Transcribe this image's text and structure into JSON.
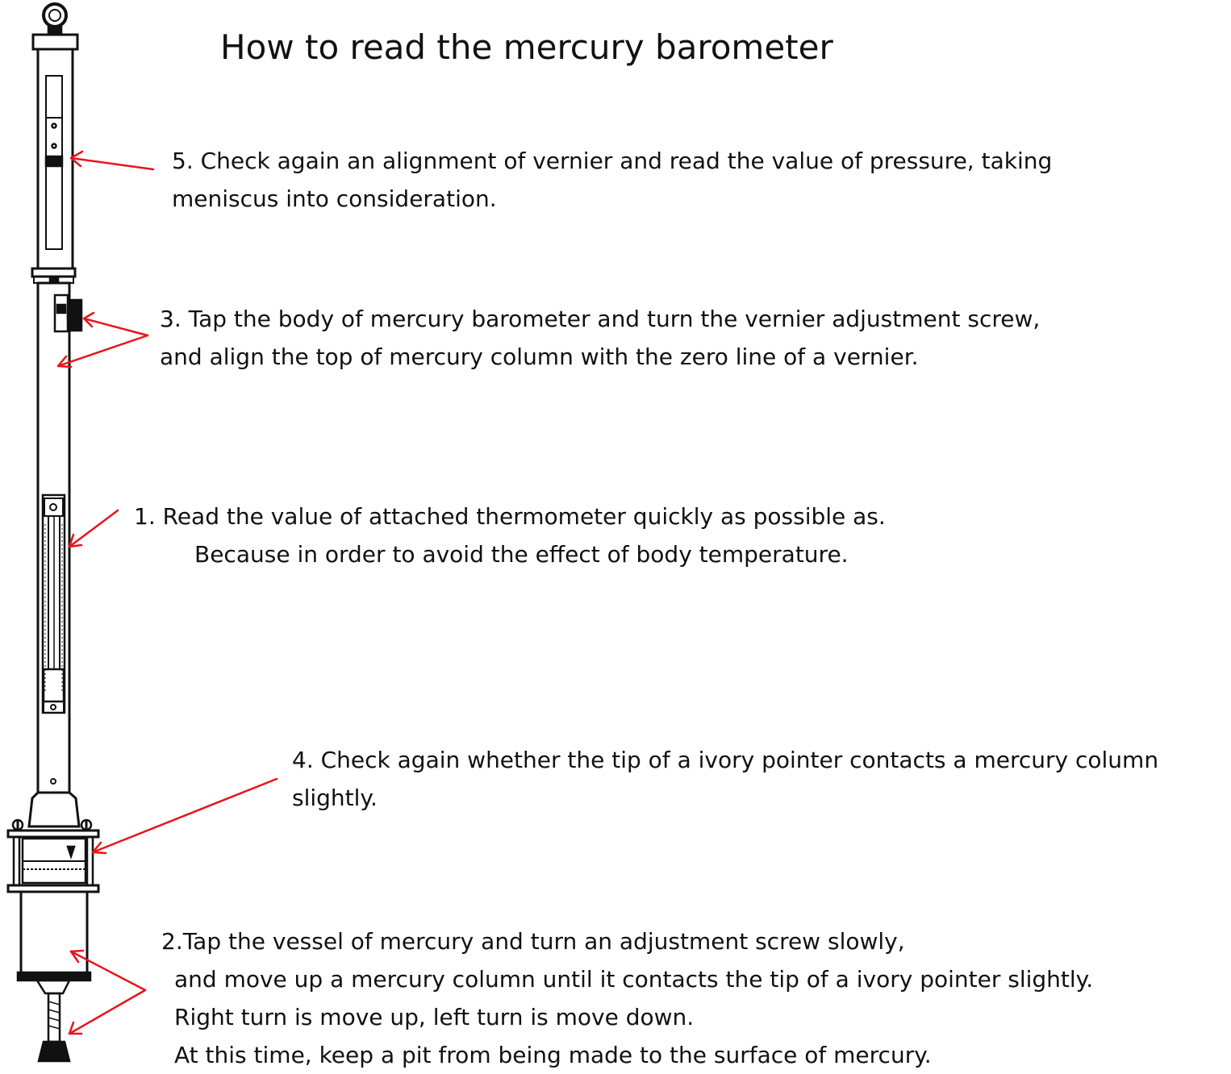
{
  "title": "How to read the mercury barometer",
  "steps": {
    "s5": {
      "lines": [
        "5. Check again an alignment of vernier and read the value of pressure, taking",
        "meniscus into consideration."
      ]
    },
    "s3": {
      "lines": [
        "3. Tap the body of mercury barometer and turn the vernier adjustment screw,",
        "and align the top of mercury column with the zero line of a vernier."
      ]
    },
    "s1": {
      "lines": [
        "1. Read the value of attached thermometer quickly as possible as.",
        "Because in order to avoid the effect of body temperature."
      ]
    },
    "s4": {
      "lines": [
        "4. Check again whether the tip of a ivory pointer contacts a mercury column",
        "slightly."
      ]
    },
    "s2": {
      "lines": [
        "2.Tap the vessel of mercury and turn an adjustment screw slowly,",
        "and move up a mercury column until it contacts the tip of a ivory pointer slightly.",
        "Right turn is move up, left turn is move down.",
        "At this time, keep a pit from being made to the surface of mercury."
      ]
    }
  },
  "colors": {
    "arrow": "#e8141b",
    "line": "#111111",
    "background": "#ffffff"
  }
}
